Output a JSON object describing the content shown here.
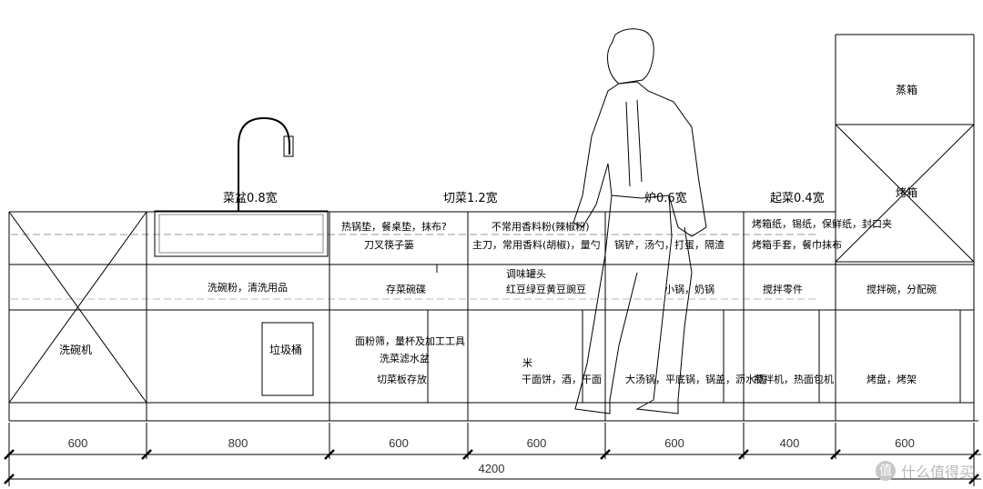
{
  "sections": {
    "sink": "菜盆0.8宽",
    "cut": "切菜1.2宽",
    "stove": "炉0.6宽",
    "plate": "起菜0.4宽"
  },
  "appliances": {
    "steamer": "蒸箱",
    "oven": "烤箱",
    "dishwasher": "洗碗机",
    "trash": "垃圾桶"
  },
  "drawers": {
    "row1": {
      "cut_a": [
        "热锅垫，餐桌垫，抹布?",
        "刀叉筷子篓"
      ],
      "cut_b": [
        "不常用香料粉(辣椒粉)",
        "主刀，常用香料(胡椒)，量勺"
      ],
      "stove": "锅铲，汤勺，打蛋，隔渣",
      "plate": [
        "烤箱纸，锡纸，保鲜纸，封口夹",
        "烤箱手套，餐巾抹布"
      ]
    },
    "row2": {
      "sink": "洗碗粉，清洗用品",
      "cut_a": "存菜碗碟",
      "cut_b": [
        "调味罐头",
        "红豆绿豆黄豆豌豆"
      ],
      "stove": "小锅，奶锅",
      "plate": "搅拌零件",
      "tall": "搅拌碗，分配碗"
    },
    "row3": {
      "cut_a": [
        "面粉筛，量杯及加工工具",
        "洗菜滤水盆",
        "切菜板存放"
      ],
      "cut_b": [
        "米",
        "干面饼，酒，干面"
      ],
      "stove": "大汤锅，平底锅，锅盖，沥水锅",
      "plate": "搅拌机，热面包机",
      "tall": "烤盘，烤架"
    }
  },
  "dimensions": {
    "segments": [
      "600",
      "800",
      "600",
      "600",
      "600",
      "400",
      "600"
    ],
    "total": "4200"
  },
  "watermark": {
    "logo": "值",
    "text": "什么值得买"
  }
}
